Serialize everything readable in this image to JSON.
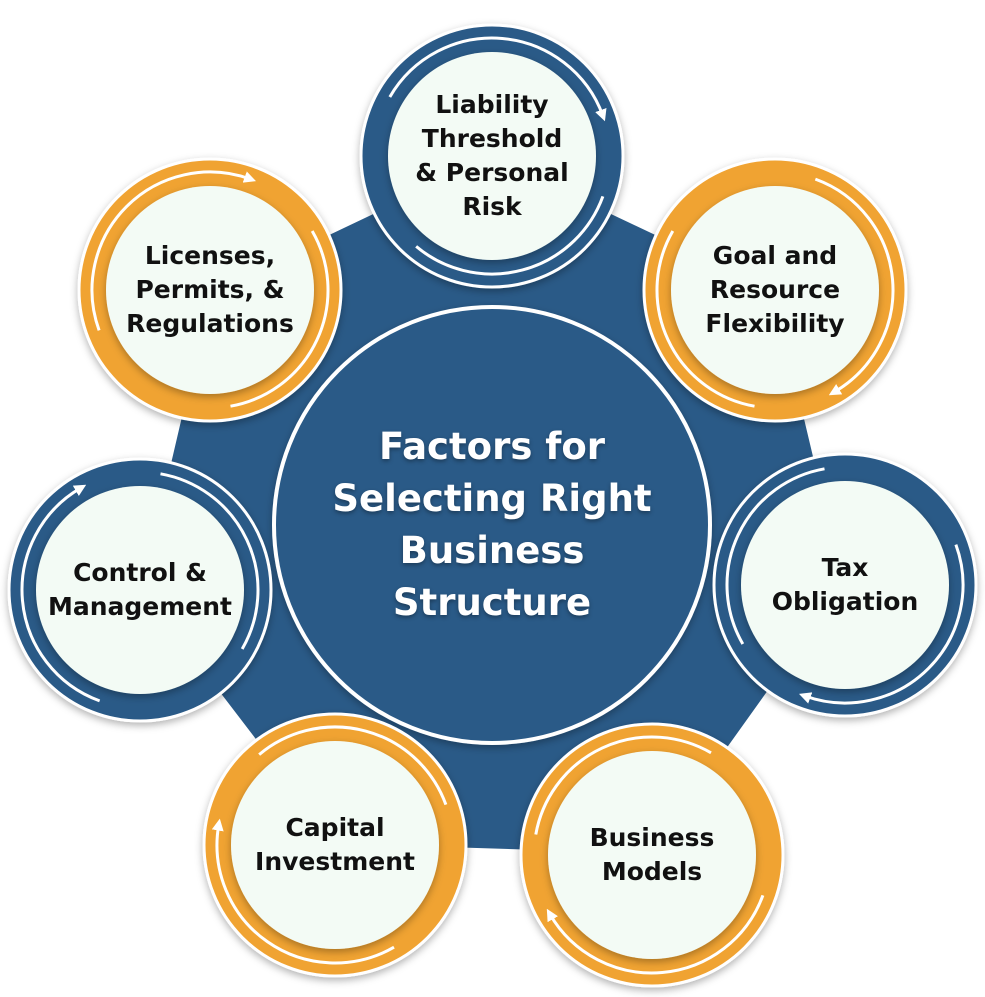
{
  "title": "Factors for\nSelecting Right\nBusiness\nStructure",
  "colors": {
    "blue": "#2a5a87",
    "orange": "#f0a332",
    "inner": "#f3fbf5"
  },
  "factors": [
    {
      "label": "Liability\nThreshold\n& Personal\nRisk",
      "color": "blue"
    },
    {
      "label": "Goal and\nResource\nFlexibility",
      "color": "orange"
    },
    {
      "label": "Tax\nObligation",
      "color": "blue"
    },
    {
      "label": "Business\nModels",
      "color": "orange"
    },
    {
      "label": "Capital\nInvestment",
      "color": "orange"
    },
    {
      "label": "Control &\nManagement",
      "color": "blue"
    },
    {
      "label": "Licenses,\nPermits, &\nRegulations",
      "color": "orange"
    }
  ]
}
